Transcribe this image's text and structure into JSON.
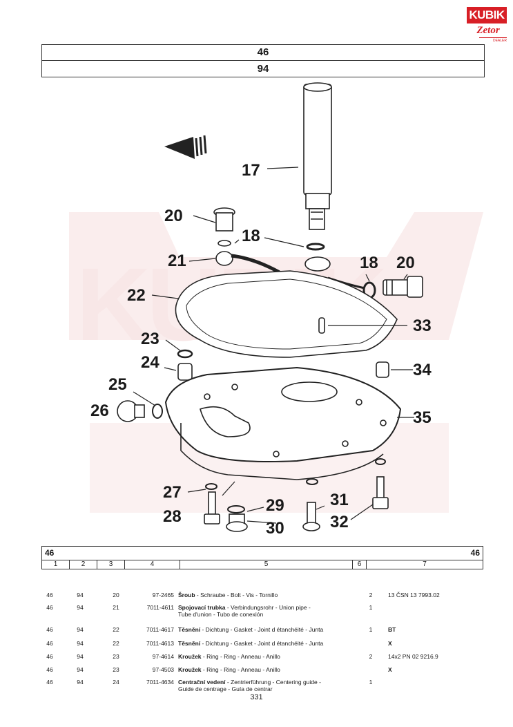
{
  "logo": {
    "brand": "KUBIK",
    "sub": "Zetor",
    "tagline": "DEALER"
  },
  "header": {
    "group": "46",
    "subgroup": "94"
  },
  "callouts": [
    "17",
    "18",
    "18",
    "20",
    "20",
    "21",
    "22",
    "23",
    "24",
    "25",
    "26",
    "27",
    "28",
    "29",
    "30",
    "31",
    "32",
    "33",
    "34",
    "35"
  ],
  "table": {
    "top_left": "46",
    "top_right": "46",
    "columns": [
      "1",
      "2",
      "3",
      "4",
      "5",
      "6",
      "7"
    ],
    "rows": [
      {
        "c1": "46",
        "c2": "94",
        "c3": "20",
        "c4": "97-2465",
        "name": "Šroub",
        "desc": " - Schraube - Bolt - Vis - Tornillo",
        "desc2": "",
        "qty": "2",
        "note": "13 ČSN 13 7993.02",
        "note_bold": false
      },
      {
        "c1": "46",
        "c2": "94",
        "c3": "21",
        "c4": "7011-4611",
        "name": "Spojovací trubka",
        "desc": " - Verbindungsrohr - Union pipe -",
        "desc2": "Tube d'union - Tubo de conexión",
        "qty": "1",
        "note": "",
        "note_bold": false
      },
      {
        "c1": "46",
        "c2": "94",
        "c3": "22",
        "c4": "7011-4617",
        "name": "Těsnění",
        "desc": " - Dichtung - Gasket - Joint d étanchéité - Junta",
        "desc2": "",
        "qty": "1",
        "note": "BT",
        "note_bold": true
      },
      {
        "c1": "46",
        "c2": "94",
        "c3": "22",
        "c4": "7011-4613",
        "name": "Těsnění",
        "desc": " - Dichtung - Gasket - Joint d étanchéité - Junta",
        "desc2": "",
        "qty": "",
        "note": "X",
        "note_bold": true
      },
      {
        "c1": "46",
        "c2": "94",
        "c3": "23",
        "c4": "97-4614",
        "name": "Kroužek",
        "desc": " - Ring - Ring - Anneau - Anillo",
        "desc2": "",
        "qty": "2",
        "note": "14x2 PN 02 9216.9",
        "note_bold": false
      },
      {
        "c1": "46",
        "c2": "94",
        "c3": "23",
        "c4": "97-4503",
        "name": "Kroužek",
        "desc": " - Ring - Ring - Anneau - Anillo",
        "desc2": "",
        "qty": "",
        "note": "X",
        "note_bold": true
      },
      {
        "c1": "46",
        "c2": "94",
        "c3": "24",
        "c4": "7011-4634",
        "name": "Centrační vedení",
        "desc": " - Zentrierführung - Centering guide -",
        "desc2": "Guide de centrage - Guía de centrar",
        "qty": "1",
        "note": "",
        "note_bold": false
      }
    ]
  },
  "page_number": "331",
  "colors": {
    "brand_red": "#d81f26",
    "ink": "#1a1a1a",
    "watermark": "#f6dcdc"
  }
}
